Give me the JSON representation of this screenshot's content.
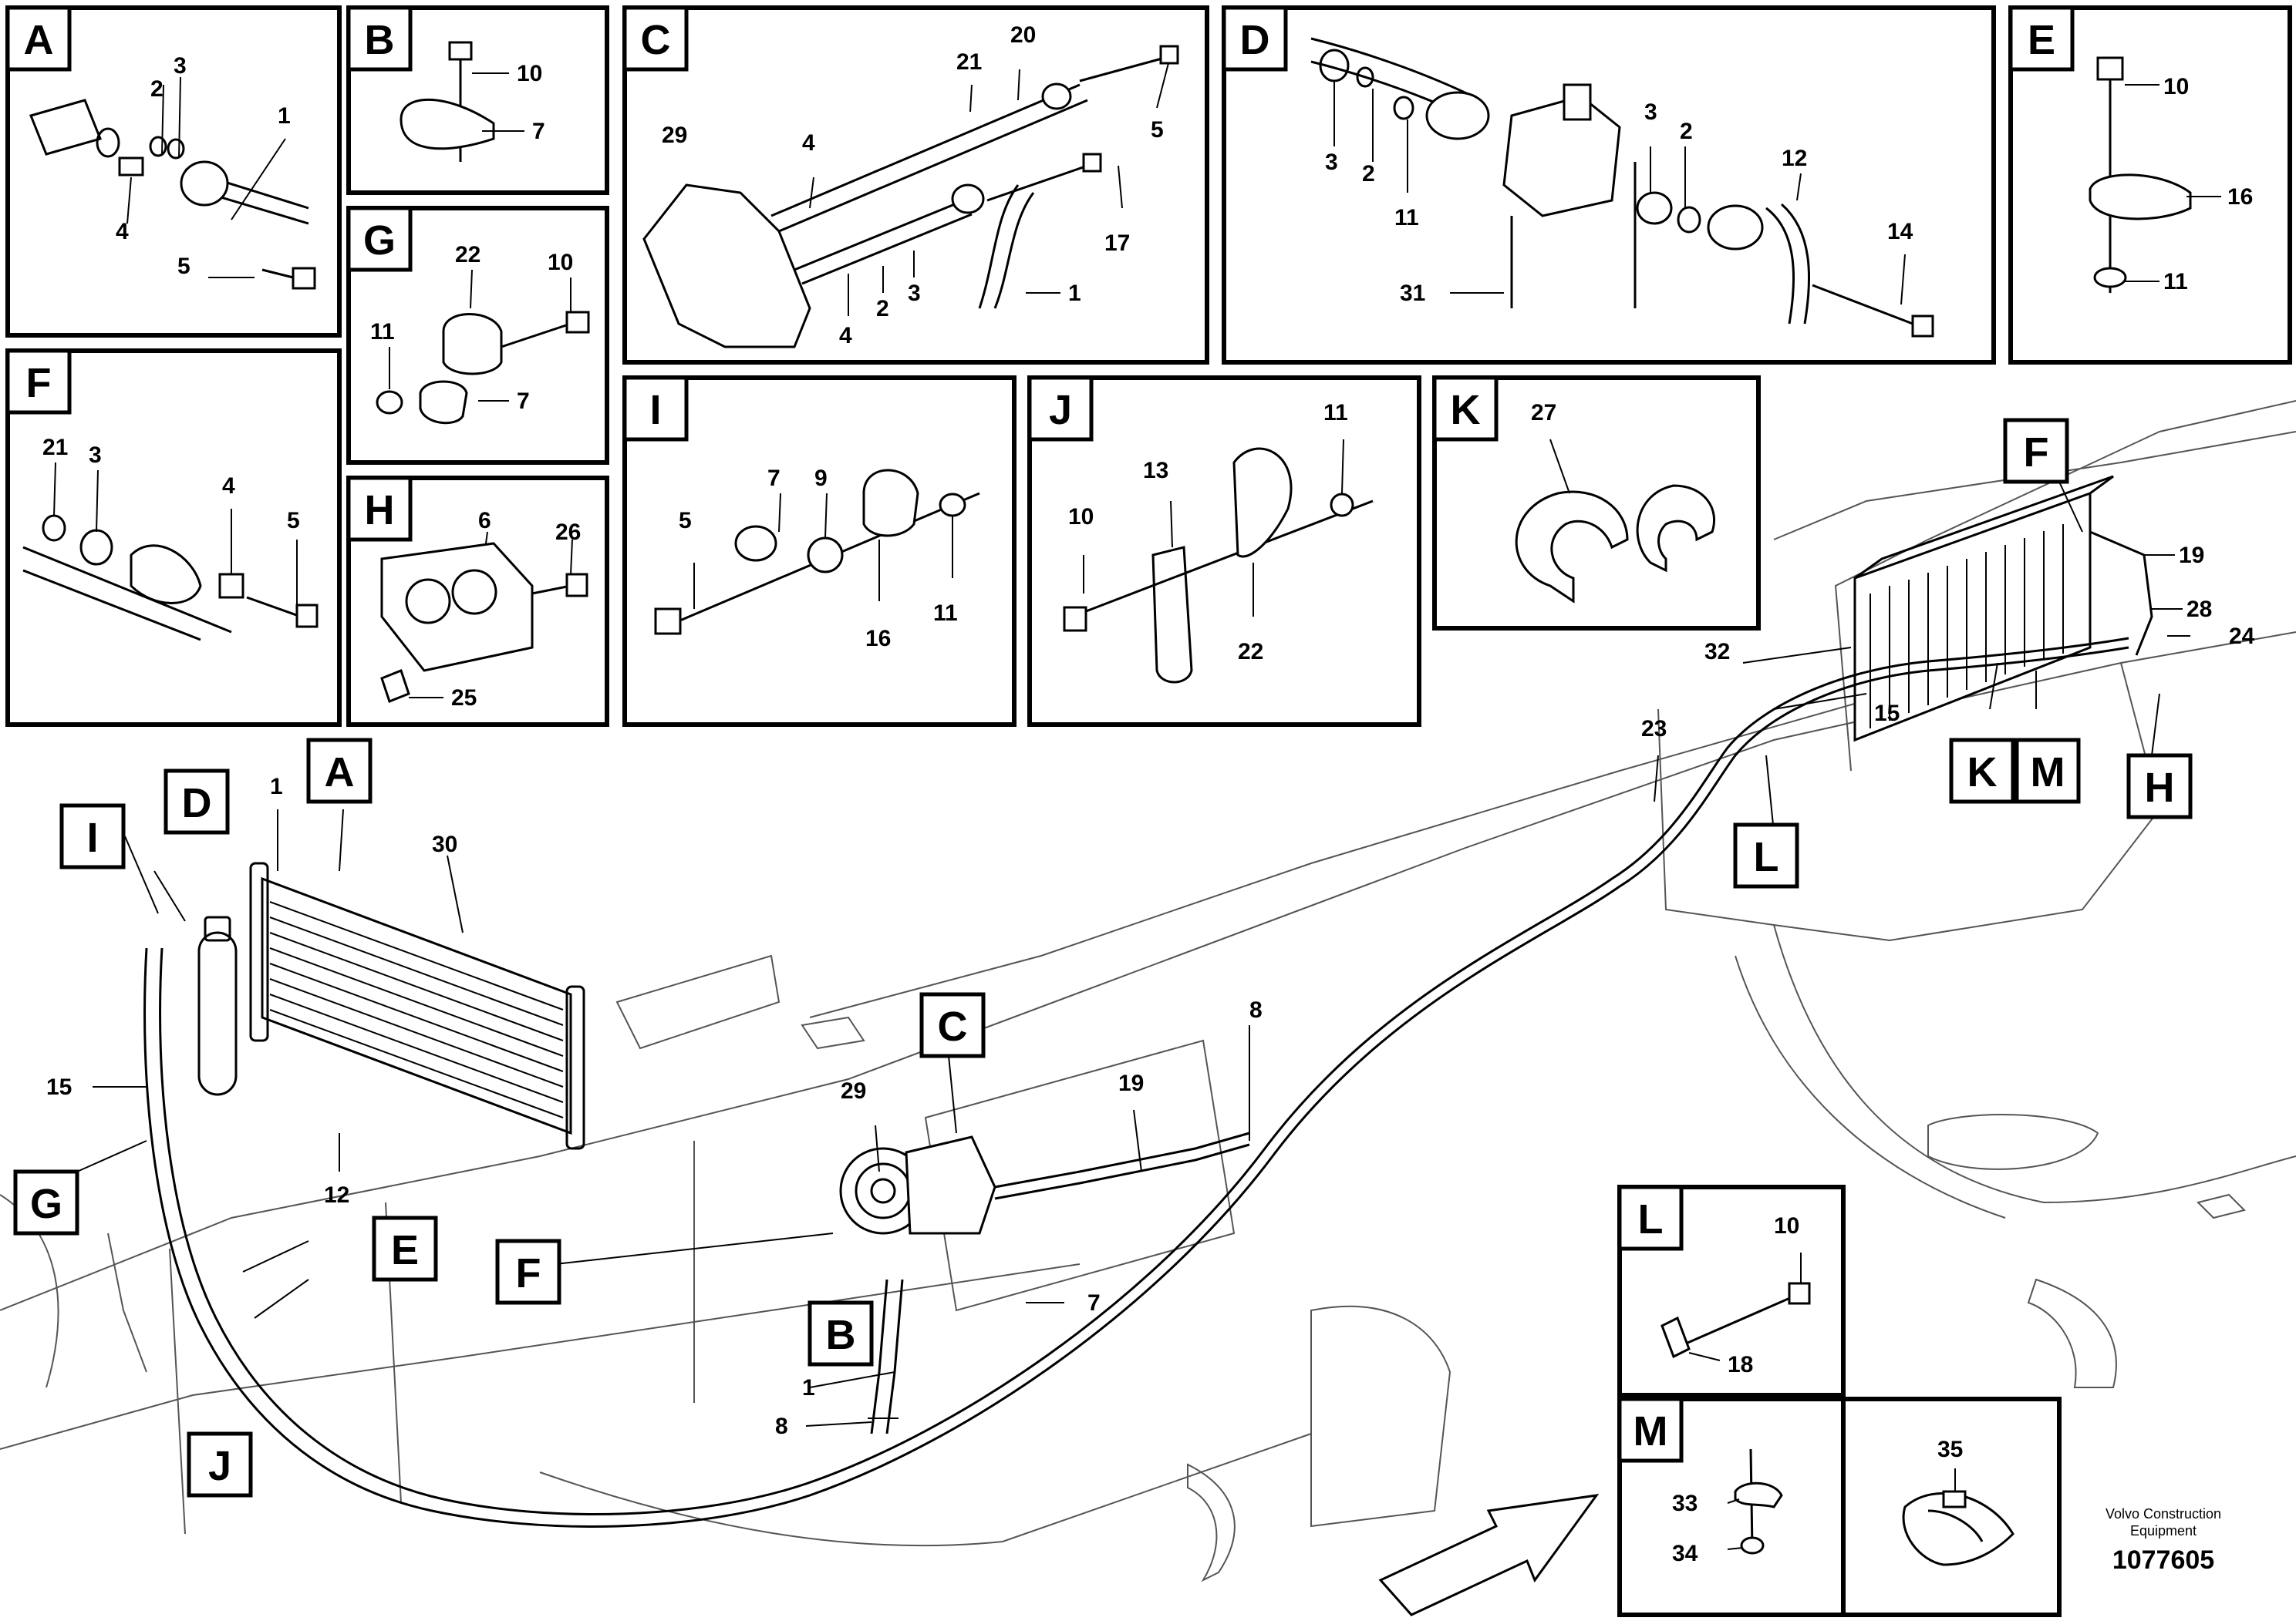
{
  "detail_panels": {
    "A": {
      "letter": "A",
      "labels": [
        "1",
        "2",
        "3",
        "4",
        "5"
      ]
    },
    "B": {
      "letter": "B",
      "labels": [
        "10",
        "7"
      ]
    },
    "C": {
      "letter": "C",
      "labels": [
        "29",
        "21",
        "20",
        "5",
        "4",
        "17",
        "4",
        "2",
        "3",
        "1"
      ]
    },
    "D": {
      "letter": "D",
      "labels": [
        "3",
        "2",
        "11",
        "3",
        "2",
        "12",
        "31",
        "14"
      ]
    },
    "E": {
      "letter": "E",
      "labels": [
        "10",
        "16",
        "11"
      ]
    },
    "F": {
      "letter": "F",
      "labels": [
        "21",
        "3",
        "4",
        "5"
      ]
    },
    "G": {
      "letter": "G",
      "labels": [
        "22",
        "10",
        "11",
        "7"
      ]
    },
    "H": {
      "letter": "H",
      "labels": [
        "6",
        "26",
        "25"
      ]
    },
    "I": {
      "letter": "I",
      "labels": [
        "7",
        "9",
        "5",
        "16",
        "11"
      ]
    },
    "J": {
      "letter": "J",
      "labels": [
        "11",
        "13",
        "10",
        "22"
      ]
    },
    "K": {
      "letter": "K",
      "labels": [
        "27"
      ]
    },
    "L": {
      "letter": "L",
      "labels": [
        "10",
        "18"
      ]
    },
    "M": {
      "letter": "M",
      "labels": [
        "35",
        "33",
        "34"
      ]
    }
  },
  "overview": {
    "callouts": [
      "A",
      "B",
      "C",
      "D",
      "E",
      "F",
      "G",
      "H",
      "I",
      "J",
      "K",
      "L",
      "M",
      "F"
    ],
    "part_labels": [
      "1",
      "30",
      "15",
      "12",
      "29",
      "19",
      "8",
      "7",
      "1",
      "8",
      "23",
      "32",
      "15",
      "19",
      "28",
      "24"
    ]
  },
  "credit": {
    "company_line1": "Volvo Construction",
    "company_line2": "Equipment",
    "drawing_number": "1077605"
  }
}
